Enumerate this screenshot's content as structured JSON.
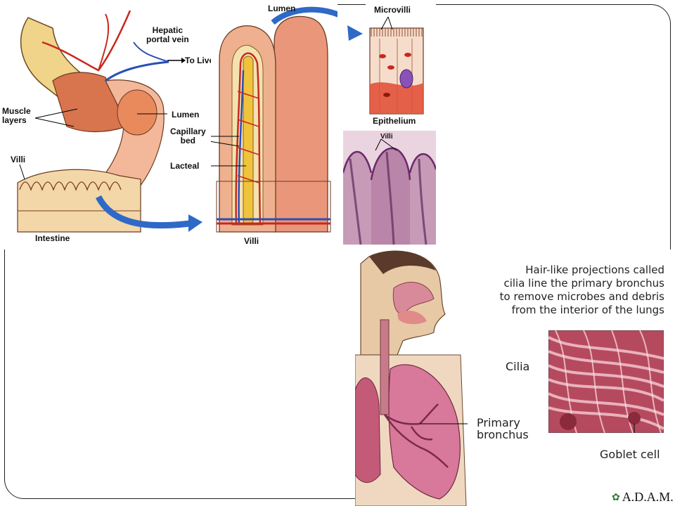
{
  "intestine_panel": {
    "labels": {
      "hepatic": "Hepatic\nportal vein",
      "to_liver": "To Liver",
      "muscle": "Muscle\nlayers",
      "lumen": "Lumen",
      "villi": "Villi",
      "intestine": "Intestine"
    }
  },
  "villus_panel": {
    "labels": {
      "lumen": "Lumen",
      "capillary": "Capillary\nbed",
      "lacteal": "Lacteal",
      "villi": "Villi"
    }
  },
  "epithelium_panel": {
    "labels": {
      "microvilli": "Microvilli",
      "epithelium": "Epithelium"
    }
  },
  "micrograph_panel": {
    "labels": {
      "villi": "Villi"
    }
  },
  "respiratory_panel": {
    "caption": "Hair-like projections called\ncilia line the primary bronchus\nto remove microbes and debris\nfrom the interior of the lungs",
    "labels": {
      "cilia": "Cilia",
      "primary_bronchus": "Primary\nbronchus",
      "goblet_cell": "Goblet cell"
    },
    "logo": "A.D.A.M."
  },
  "colors": {
    "intestine_tan": "#efd48a",
    "tissue_pink": "#e9967a",
    "vein_blue": "#2a4fb4",
    "artery_red": "#c8281e",
    "arrow_blue": "#2f69c8",
    "stain_purple": "#9a5a8c"
  }
}
